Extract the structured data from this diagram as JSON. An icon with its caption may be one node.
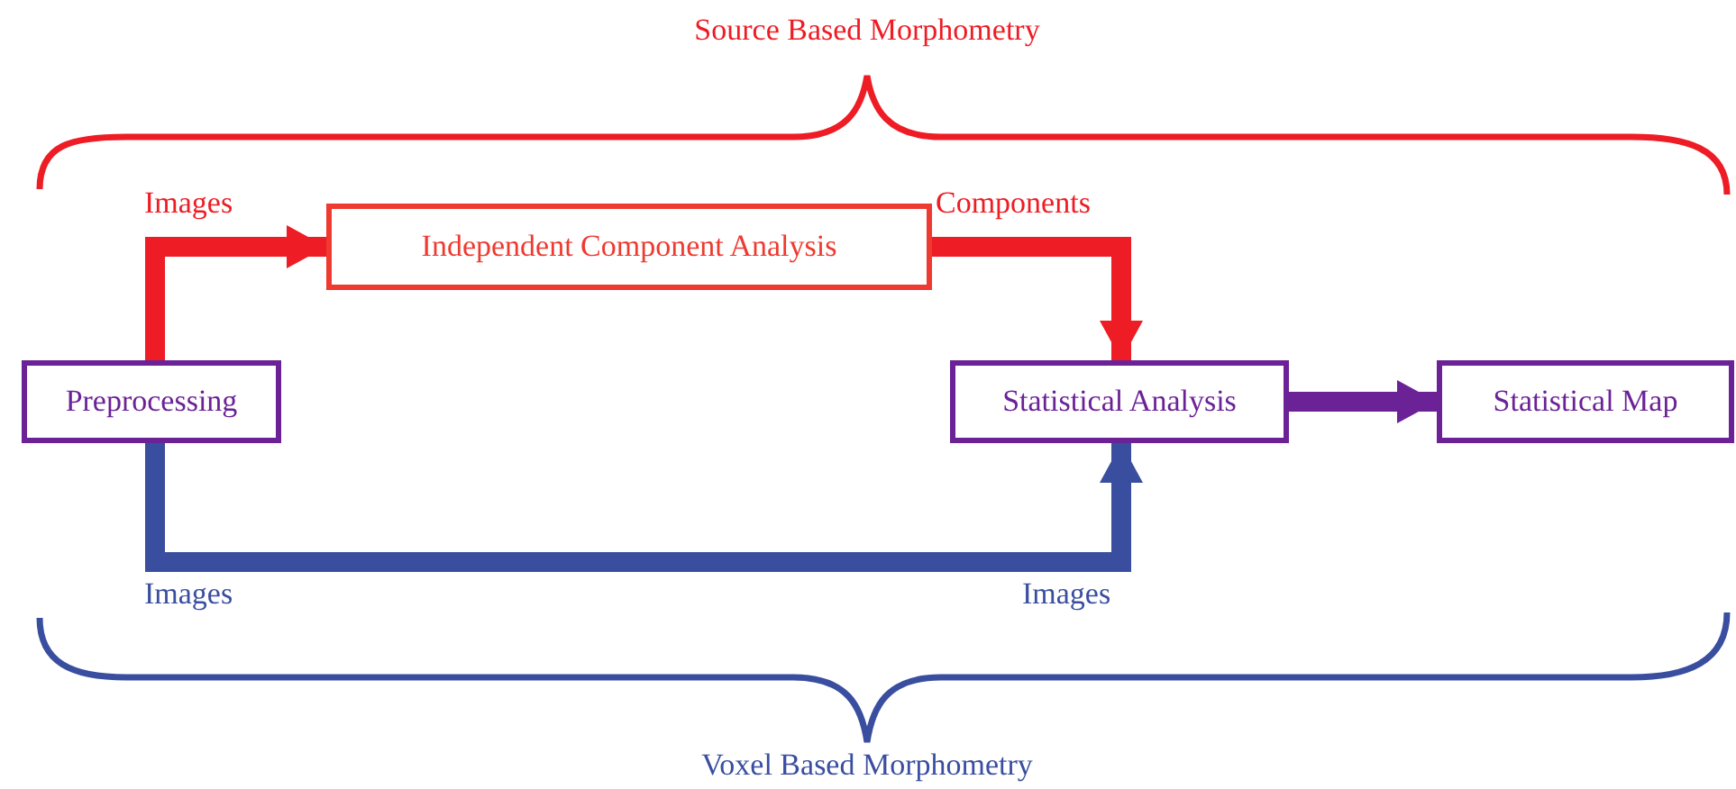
{
  "diagram": {
    "nodes": [
      {
        "text": [
          "Preprocessing"
        ]
      },
      {
        "text": [
          "Independent Component Analysis"
        ]
      },
      {
        "text": [
          "Statistical Analysis"
        ]
      },
      {
        "text": [
          "Statistical Map"
        ]
      }
    ],
    "edges": [
      {
        "from": 0,
        "to": 1,
        "arrow": "to",
        "label": "Images",
        "color": "#ee1c24"
      },
      {
        "from": 1,
        "to": 2,
        "arrow": "to",
        "label": "Components",
        "color": "#ee1c24"
      },
      {
        "from": 0,
        "to": 2,
        "arrow": "to",
        "label": "Images",
        "color": "#3a4ea0"
      },
      {
        "from": 2,
        "to": 3,
        "arrow": "to",
        "color": "#6b2296"
      }
    ],
    "labels": [
      "Source Based Morphometry",
      "Images",
      "Voxel Based Morphometry"
    ]
  }
}
